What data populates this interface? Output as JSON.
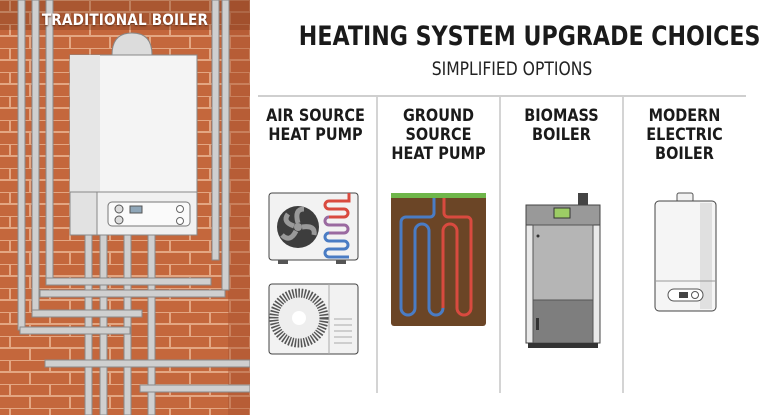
{
  "left_panel": {
    "label": "TRADITIONAL BOILER"
  },
  "header": {
    "title": "HEATING SYSTEM UPGRADE CHOICES",
    "subtitle": "SIMPLIFIED OPTIONS"
  },
  "options": [
    {
      "label": "AIR SOURCE\nHEAT PUMP"
    },
    {
      "label": "GROUND\nSOURCE\nHEAT PUMP"
    },
    {
      "label": "BIOMASS\nBOILER"
    },
    {
      "label": "MODERN\nELECTRIC\nBOILER"
    }
  ],
  "colors": {
    "brick": "#c0643a",
    "mortar": "#e0a07c",
    "hot": "#d94a3f",
    "cold": "#4a7cc4",
    "soil": "#6b4526",
    "grass": "#6fb64a"
  }
}
